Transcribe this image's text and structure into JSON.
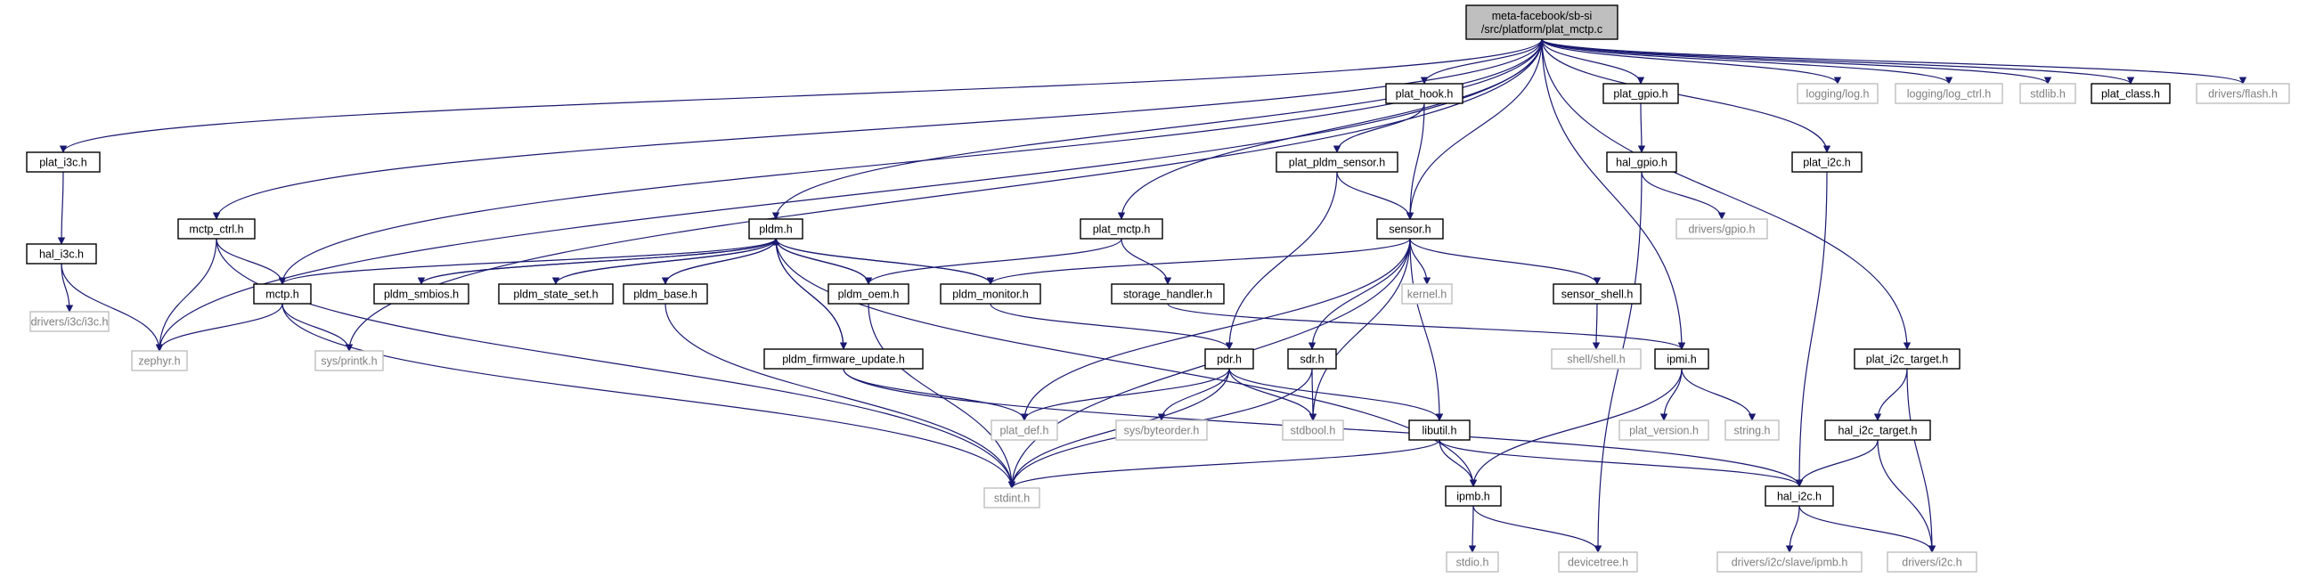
{
  "title": "",
  "colors": {
    "edge": "#191970",
    "root_fill": "#bfbfbf",
    "node_fill": "#ffffff",
    "ext_border": "#bfbfbf",
    "ext_text": "#7f7f7f",
    "node_border": "#000000"
  },
  "root": {
    "id": "root",
    "lines": [
      "meta-facebook/sb-si",
      "/src/platform/plat_mctp.c"
    ]
  },
  "nodes": [
    {
      "id": "plat_i3c",
      "label": "plat_i3c.h",
      "kind": "local"
    },
    {
      "id": "hal_i3c",
      "label": "hal_i3c.h",
      "kind": "local"
    },
    {
      "id": "drivers_i3c",
      "label": "drivers/i3c/i3c.h",
      "kind": "ext"
    },
    {
      "id": "zephyr",
      "label": "zephyr.h",
      "kind": "ext"
    },
    {
      "id": "mctp_ctrl",
      "label": "mctp_ctrl.h",
      "kind": "local"
    },
    {
      "id": "mctp",
      "label": "mctp.h",
      "kind": "local"
    },
    {
      "id": "sys_printk",
      "label": "sys/printk.h",
      "kind": "ext"
    },
    {
      "id": "stdint",
      "label": "stdint.h",
      "kind": "ext"
    },
    {
      "id": "pldm",
      "label": "pldm.h",
      "kind": "local"
    },
    {
      "id": "pldm_smbios",
      "label": "pldm_smbios.h",
      "kind": "local"
    },
    {
      "id": "pldm_state_set",
      "label": "pldm_state_set.h",
      "kind": "local"
    },
    {
      "id": "pldm_base",
      "label": "pldm_base.h",
      "kind": "local"
    },
    {
      "id": "pldm_oem",
      "label": "pldm_oem.h",
      "kind": "local"
    },
    {
      "id": "pldm_monitor",
      "label": "pldm_monitor.h",
      "kind": "local"
    },
    {
      "id": "pldm_fw",
      "label": "pldm_firmware_update.h",
      "kind": "local"
    },
    {
      "id": "plat_mctp",
      "label": "plat_mctp.h",
      "kind": "local"
    },
    {
      "id": "storage_handler",
      "label": "storage_handler.h",
      "kind": "local"
    },
    {
      "id": "plat_hook",
      "label": "plat_hook.h",
      "kind": "local"
    },
    {
      "id": "plat_pldm_sensor",
      "label": "plat_pldm_sensor.h",
      "kind": "local"
    },
    {
      "id": "sensor",
      "label": "sensor.h",
      "kind": "local"
    },
    {
      "id": "pdr",
      "label": "pdr.h",
      "kind": "local"
    },
    {
      "id": "plat_def",
      "label": "plat_def.h",
      "kind": "ext"
    },
    {
      "id": "sys_byteorder",
      "label": "sys/byteorder.h",
      "kind": "ext"
    },
    {
      "id": "sdr",
      "label": "sdr.h",
      "kind": "local"
    },
    {
      "id": "stdbool",
      "label": "stdbool.h",
      "kind": "ext"
    },
    {
      "id": "kernel",
      "label": "kernel.h",
      "kind": "ext"
    },
    {
      "id": "libutil",
      "label": "libutil.h",
      "kind": "local"
    },
    {
      "id": "sensor_shell",
      "label": "sensor_shell.h",
      "kind": "local"
    },
    {
      "id": "shell_shell",
      "label": "shell/shell.h",
      "kind": "ext"
    },
    {
      "id": "ipmi",
      "label": "ipmi.h",
      "kind": "local"
    },
    {
      "id": "plat_version",
      "label": "plat_version.h",
      "kind": "ext"
    },
    {
      "id": "string",
      "label": "string.h",
      "kind": "ext"
    },
    {
      "id": "ipmb",
      "label": "ipmb.h",
      "kind": "local"
    },
    {
      "id": "stdio",
      "label": "stdio.h",
      "kind": "ext"
    },
    {
      "id": "devicetree",
      "label": "devicetree.h",
      "kind": "ext"
    },
    {
      "id": "plat_gpio",
      "label": "plat_gpio.h",
      "kind": "local"
    },
    {
      "id": "hal_gpio",
      "label": "hal_gpio.h",
      "kind": "local"
    },
    {
      "id": "drivers_gpio",
      "label": "drivers/gpio.h",
      "kind": "ext"
    },
    {
      "id": "plat_i2c",
      "label": "plat_i2c.h",
      "kind": "local"
    },
    {
      "id": "hal_i2c",
      "label": "hal_i2c.h",
      "kind": "local"
    },
    {
      "id": "drivers_i2c_slave_ipmb",
      "label": "drivers/i2c/slave/ipmb.h",
      "kind": "ext"
    },
    {
      "id": "drivers_i2c",
      "label": "drivers/i2c.h",
      "kind": "ext"
    },
    {
      "id": "plat_i2c_target",
      "label": "plat_i2c_target.h",
      "kind": "local"
    },
    {
      "id": "hal_i2c_target",
      "label": "hal_i2c_target.h",
      "kind": "local"
    },
    {
      "id": "logging_log",
      "label": "logging/log.h",
      "kind": "ext"
    },
    {
      "id": "logging_log_ctrl",
      "label": "logging/log_ctrl.h",
      "kind": "ext"
    },
    {
      "id": "stdlib",
      "label": "stdlib.h",
      "kind": "ext"
    },
    {
      "id": "plat_class",
      "label": "plat_class.h",
      "kind": "local"
    },
    {
      "id": "drivers_flash",
      "label": "drivers/flash.h",
      "kind": "ext"
    }
  ],
  "edges": [
    [
      "root",
      "plat_i3c"
    ],
    [
      "root",
      "zephyr"
    ],
    [
      "root",
      "mctp_ctrl"
    ],
    [
      "root",
      "mctp"
    ],
    [
      "root",
      "sys_printk"
    ],
    [
      "root",
      "pldm"
    ],
    [
      "root",
      "plat_mctp"
    ],
    [
      "root",
      "plat_hook"
    ],
    [
      "root",
      "sensor"
    ],
    [
      "root",
      "ipmi"
    ],
    [
      "root",
      "plat_gpio"
    ],
    [
      "root",
      "plat_i2c"
    ],
    [
      "root",
      "plat_i2c_target"
    ],
    [
      "root",
      "logging_log"
    ],
    [
      "root",
      "logging_log_ctrl"
    ],
    [
      "root",
      "stdlib"
    ],
    [
      "root",
      "plat_class"
    ],
    [
      "root",
      "drivers_flash"
    ],
    [
      "plat_i3c",
      "hal_i3c"
    ],
    [
      "hal_i3c",
      "drivers_i3c"
    ],
    [
      "hal_i3c",
      "zephyr"
    ],
    [
      "mctp_ctrl",
      "mctp"
    ],
    [
      "mctp_ctrl",
      "zephyr"
    ],
    [
      "mctp_ctrl",
      "stdint"
    ],
    [
      "mctp",
      "zephyr"
    ],
    [
      "mctp",
      "sys_printk"
    ],
    [
      "mctp",
      "stdint"
    ],
    [
      "pldm",
      "mctp"
    ],
    [
      "pldm",
      "pldm_smbios"
    ],
    [
      "pldm",
      "pldm_state_set"
    ],
    [
      "pldm",
      "pldm_base"
    ],
    [
      "pldm",
      "pldm_oem"
    ],
    [
      "pldm",
      "pldm_monitor"
    ],
    [
      "pldm",
      "pldm_fw"
    ],
    [
      "pldm",
      "ipmb"
    ],
    [
      "pldm_smbios",
      "pldm"
    ],
    [
      "pldm_state_set",
      "pldm"
    ],
    [
      "pldm_base",
      "pldm"
    ],
    [
      "pldm_base",
      "stdint"
    ],
    [
      "pldm_oem",
      "pldm"
    ],
    [
      "pldm_oem",
      "stdint"
    ],
    [
      "pldm_monitor",
      "pldm"
    ],
    [
      "pldm_monitor",
      "pdr"
    ],
    [
      "pldm_fw",
      "pldm"
    ],
    [
      "pldm_fw",
      "plat_def"
    ],
    [
      "pldm_fw",
      "hal_i2c"
    ],
    [
      "plat_mctp",
      "pldm_oem"
    ],
    [
      "plat_mctp",
      "storage_handler"
    ],
    [
      "storage_handler",
      "ipmi"
    ],
    [
      "plat_hook",
      "plat_pldm_sensor"
    ],
    [
      "plat_hook",
      "sensor"
    ],
    [
      "plat_pldm_sensor",
      "sensor"
    ],
    [
      "plat_pldm_sensor",
      "pdr"
    ],
    [
      "sensor",
      "pldm_monitor"
    ],
    [
      "sensor",
      "plat_def"
    ],
    [
      "sensor",
      "kernel"
    ],
    [
      "sensor",
      "sdr"
    ],
    [
      "sensor",
      "stdbool"
    ],
    [
      "sensor",
      "stdint"
    ],
    [
      "sensor",
      "libutil"
    ],
    [
      "sensor",
      "sensor_shell"
    ],
    [
      "pdr",
      "plat_def"
    ],
    [
      "pdr",
      "sys_byteorder"
    ],
    [
      "pdr",
      "stdbool"
    ],
    [
      "pdr",
      "stdint"
    ],
    [
      "pdr",
      "libutil"
    ],
    [
      "sdr",
      "stdbool"
    ],
    [
      "sdr",
      "stdint"
    ],
    [
      "libutil",
      "stdint"
    ],
    [
      "libutil",
      "ipmb"
    ],
    [
      "libutil",
      "hal_i2c"
    ],
    [
      "sensor_shell",
      "shell_shell"
    ],
    [
      "ipmi",
      "plat_version"
    ],
    [
      "ipmi",
      "string"
    ],
    [
      "ipmi",
      "ipmb"
    ],
    [
      "ipmb",
      "stdio"
    ],
    [
      "ipmb",
      "devicetree"
    ],
    [
      "plat_gpio",
      "hal_gpio"
    ],
    [
      "hal_gpio",
      "drivers_gpio"
    ],
    [
      "hal_gpio",
      "devicetree"
    ],
    [
      "plat_i2c",
      "hal_i2c"
    ],
    [
      "hal_i2c",
      "drivers_i2c_slave_ipmb"
    ],
    [
      "hal_i2c",
      "drivers_i2c"
    ],
    [
      "plat_i2c_target",
      "hal_i2c_target"
    ],
    [
      "plat_i2c_target",
      "drivers_i2c"
    ],
    [
      "hal_i2c_target",
      "hal_i2c"
    ],
    [
      "hal_i2c_target",
      "drivers_i2c"
    ]
  ]
}
